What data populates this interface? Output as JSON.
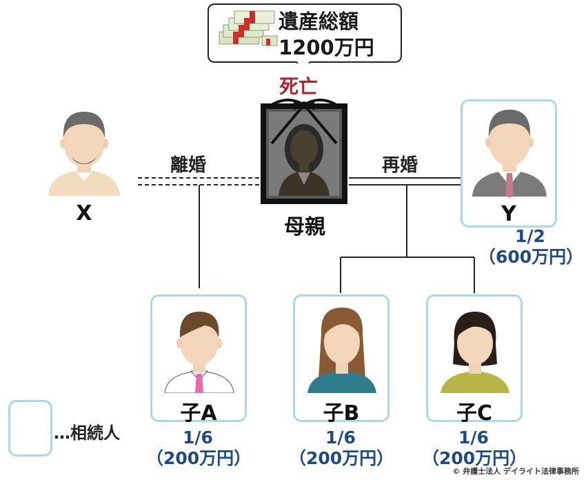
{
  "estate": {
    "title": "遺産総額",
    "amount": "1200万円",
    "icon": "money-stack-icon"
  },
  "deceased": {
    "status": "死亡",
    "name": "母親"
  },
  "relations": {
    "divorce": "離婚",
    "remarriage": "再婚"
  },
  "people": {
    "x": {
      "name": "X"
    },
    "y": {
      "name": "Y",
      "share": "1/2",
      "amount": "（600万円）"
    },
    "a": {
      "name": "子A",
      "share": "1/6",
      "amount": "（200万円）"
    },
    "b": {
      "name": "子B",
      "share": "1/6",
      "amount": "（200万円）"
    },
    "c": {
      "name": "子C",
      "share": "1/6",
      "amount": "（200万円）"
    }
  },
  "legend": {
    "text": "…相続人"
  },
  "copyright": "© 弁護士法人 デイライト法律事務所",
  "colors": {
    "heir_border": "#a9d8ec",
    "share_text": "#1d4a86",
    "death_text": "#b5212b"
  }
}
